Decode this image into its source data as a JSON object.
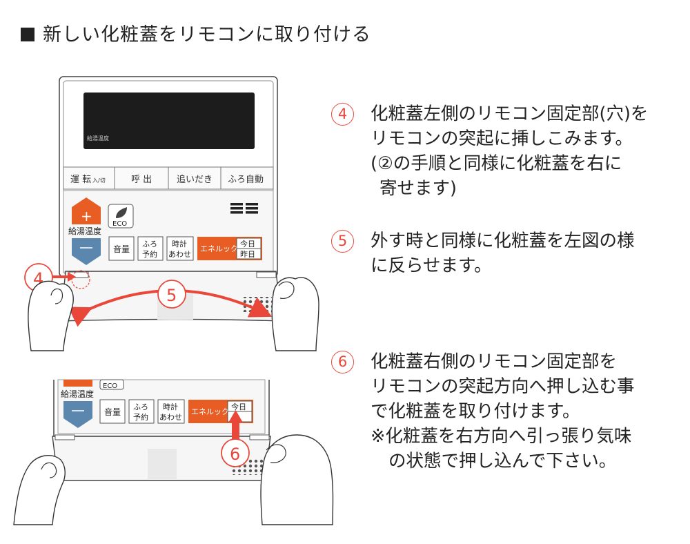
{
  "title": "新しい化粧蓋をリモコンに取り付ける",
  "remote": {
    "display_label": "給湯温度",
    "buttons": [
      "運 転",
      "呼 出",
      "追いだき",
      "ふろ自動"
    ],
    "run_sub": "入/切",
    "temp_label": "給湯温度",
    "eco": "ECO",
    "volume": "音量",
    "bath_reserve": [
      "ふろ",
      "予約"
    ],
    "clock_set": [
      "時計",
      "あわせ"
    ],
    "enelook": "エネルック",
    "today": "今日",
    "yesterday": "昨日"
  },
  "callouts": [
    "4",
    "5",
    "6"
  ],
  "steps": [
    {
      "num": "4",
      "lines": [
        "化粧蓋左側のリモコン固定部(穴)を",
        "リモコンの突起に挿しこみます。",
        "(②の手順と同様に化粧蓋を右に",
        "寄せます)"
      ]
    },
    {
      "num": "5",
      "lines": [
        "外す時と同様に化粧蓋を左図の様",
        "に反らせます。"
      ]
    },
    {
      "num": "6",
      "lines": [
        "化粧蓋右側のリモコン固定部を",
        "リモコンの突起方向へ押し込む事",
        "で化粧蓋を取り付けます。",
        "※化粧蓋を右方向へ引っ張り気味",
        "の状態で押し込んで下さい。"
      ]
    }
  ],
  "colors": {
    "accent": "#e8473a",
    "orange": "#e85d24",
    "blue": "#5b86ad",
    "line": "#444444"
  }
}
